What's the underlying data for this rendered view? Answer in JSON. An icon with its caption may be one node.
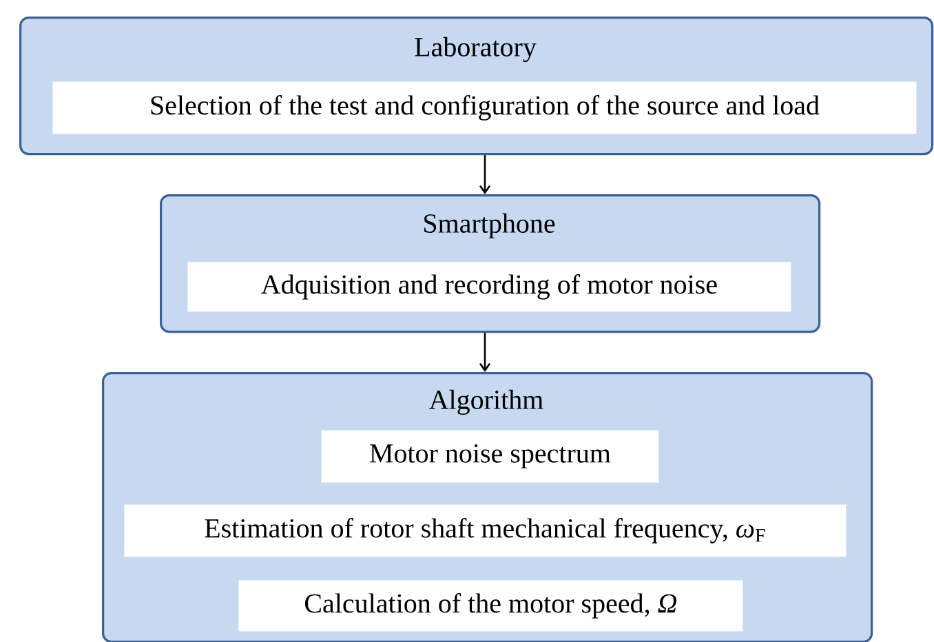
{
  "diagram": {
    "nodes": [
      {
        "text": [
          "Laboratory"
        ]
      },
      {
        "text": [
          "Selection of the test and configuration of the source and load"
        ],
        "in": 0
      },
      {
        "text": [
          "Smartphone"
        ]
      },
      {
        "text": [
          "Adquisition and recording of motor noise"
        ],
        "in": 2
      },
      {
        "text": [
          "Algorithm"
        ]
      },
      {
        "text": [
          "Motor noise spectrum"
        ],
        "in": 4
      },
      {
        "text": [
          "Estimation of rotor shaft mechanical frequency, *ω*$_{F}$"
        ],
        "in": 4
      },
      {
        "text": [
          "Calculation of the motor speed, *Ω*"
        ],
        "in": 4
      }
    ],
    "edges": [
      {
        "from": 0,
        "to": 2,
        "arrow": "to"
      },
      {
        "from": 2,
        "to": 4,
        "arrow": "to"
      }
    ]
  }
}
